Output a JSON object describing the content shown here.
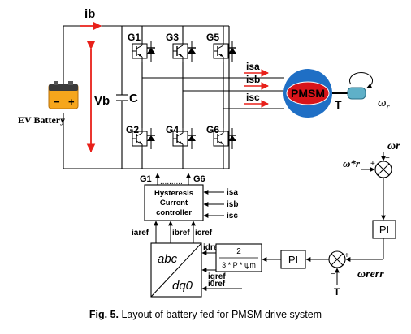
{
  "circuit": {
    "dc_current": "ib",
    "dc_voltage": "Vb",
    "capacitor": "C",
    "battery_label": "EV Battery",
    "battery_minus": "−",
    "battery_plus": "+",
    "switches_top": [
      "G1",
      "G3",
      "G5"
    ],
    "switches_bottom": [
      "G2",
      "G4",
      "G6"
    ],
    "phase_currents": [
      "isa",
      "isb",
      "isc"
    ],
    "motor": "PMSM",
    "torque": "T",
    "omega": "ω",
    "omega_sub": "r"
  },
  "control": {
    "gate_left": "G1",
    "gate_right": "G6",
    "gate_dots": "..........",
    "hysteresis_lines": [
      "Hysteresis",
      "Current",
      "controller"
    ],
    "hysteresis_inputs": [
      "isa",
      "isb",
      "isc"
    ],
    "ref_currents": [
      "iaref",
      "ibref",
      "icref"
    ],
    "transform_top": "abc",
    "transform_bottom": "dq0",
    "dq_refs": [
      "idref",
      "iqref",
      "i0ref"
    ],
    "gain_numerator": "2",
    "gain_denominator": "3 * P * ψm",
    "pi_inner": "PI",
    "pi_outer": "PI",
    "sum_sign_minus": "−",
    "sum_sign_plus": "+",
    "speed_error": "ωrerr",
    "speed_feedback": "ωr",
    "speed_ref": "ω*r",
    "torque_feedback": "T"
  },
  "caption": {
    "prefix": "Fig. 5.",
    "text": " Layout of battery fed for PMSM drive system"
  },
  "colors": {
    "wire": "#000000",
    "arrow": "#e8201a",
    "motor_blue": "#1f6fc5",
    "motor_fill": "#d8141a"
  }
}
